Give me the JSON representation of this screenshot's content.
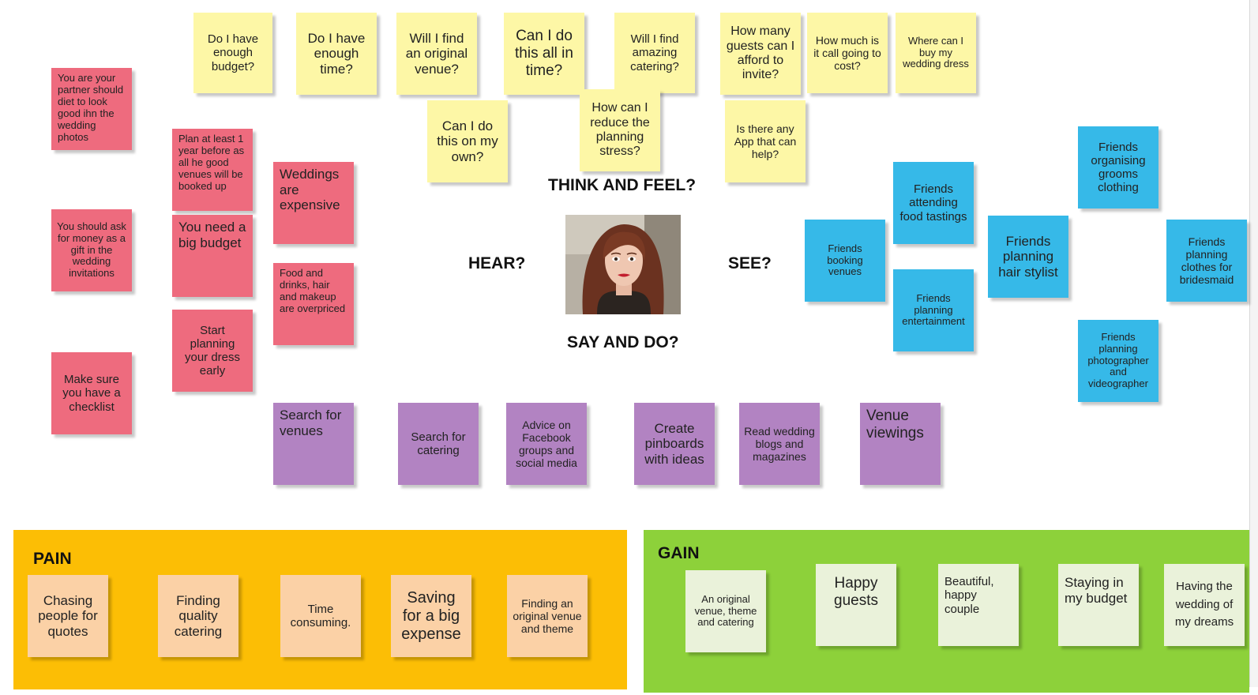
{
  "labels": {
    "think_feel": "THINK AND FEEL?",
    "hear": "HEAR?",
    "see": "SEE?",
    "say_do": "SAY AND DO?"
  },
  "think_feel_notes": [
    "Do I have enough budget?",
    "Do I have enough time?",
    "Will I find an original venue?",
    "Can I do this all in time?",
    "Will I find amazing catering?",
    "How many guests can I afford to invite?",
    "How much is it call going to cost?",
    "Where can I buy my wedding dress",
    "Can I do this on my own?",
    "How can I reduce the planning stress?",
    "Is there any App that can help?"
  ],
  "hear_notes": [
    "You are your partner should diet to look good ihn the wedding photos",
    "You should ask for money as a gift in the wedding invitations",
    "Make sure you have a checklist",
    "Plan at least 1 year before as all he good venues will be booked up",
    "You need a big budget",
    "Start planning your dress early",
    "Weddings are expensive",
    "Food and drinks, hair and makeup are overpriced"
  ],
  "see_notes": [
    "Friends booking venues",
    "Friends attending food tastings",
    "Friends planning entertainment",
    "Friends planning hair stylist",
    "Friends organising grooms clothing",
    "Friends planning clothes for bridesmaid",
    "Friends planning photographer and videographer"
  ],
  "say_do_notes": [
    "Search for venues",
    "Search for catering",
    "Advice on Facebook groups and social media",
    "Create pinboards with ideas",
    "Read wedding blogs and magazines",
    "Venue viewings"
  ],
  "pain": {
    "title": "PAIN",
    "notes": [
      "Chasing people for quotes",
      "Finding quality catering",
      "Time consuming.",
      "Saving for a big expense",
      "Finding an original venue and theme"
    ]
  },
  "gain": {
    "title": "GAIN",
    "notes": [
      "An original venue, theme and catering",
      "Happy guests",
      "Beautiful, happy couple",
      "Staying in my budget",
      "Having the wedding of my dreams"
    ]
  },
  "colors": {
    "yellow": "#fdf7a6",
    "pink": "#ee6b7e",
    "blue": "#36b9e8",
    "purple": "#b283c2",
    "peach": "#fbd1a6",
    "cream": "#eaf2da",
    "pain_panel": "#fcbe05",
    "gain_panel": "#8dd13a"
  },
  "portrait": {
    "icon": "woman-portrait-photo"
  }
}
